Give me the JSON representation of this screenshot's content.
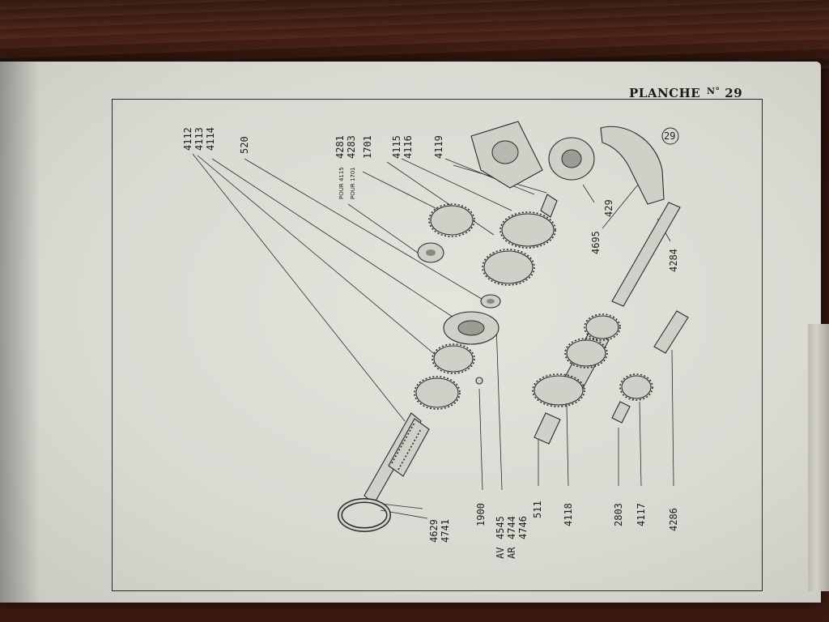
{
  "plate": {
    "title": "PLANCHE",
    "number_prefix": "N°",
    "number": "29"
  },
  "badge": "29",
  "labels": {
    "l4112": "4112",
    "l4113": "4113",
    "l4114": "4114",
    "l520": "520",
    "l4281": "4281",
    "l4283": "4283",
    "l1701": "1701",
    "pour4115": "POUR 4115",
    "pour1701": "POUR 1701",
    "l4115": "4115",
    "l4116": "4116",
    "l4119": "4119",
    "l429": "429",
    "l4695": "4695",
    "l4284": "4284",
    "l4629": "4629",
    "l4741": "4741",
    "l1900": "1900",
    "av": "AV",
    "l4545": "4545",
    "ar": "AR",
    "l4744": "4744",
    "l4746": "4746",
    "l511": "511",
    "l4118": "4118",
    "l2803": "2803",
    "l4117": "4117",
    "l4286": "4286"
  }
}
